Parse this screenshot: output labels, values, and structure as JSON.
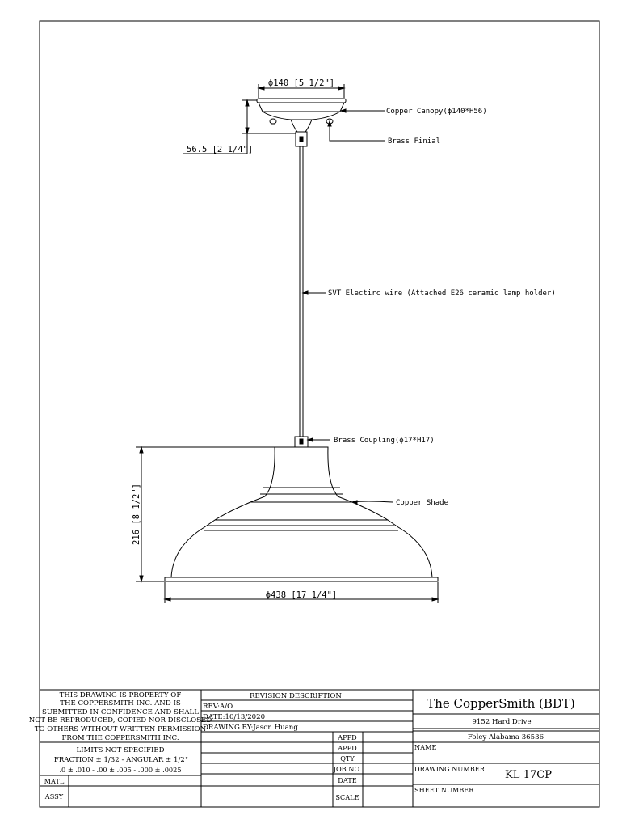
{
  "labels": {
    "canopy_dia": "ϕ140 [5 1/2\"]",
    "canopy": "Copper Canopy(ϕ140*H56)",
    "finial": "Brass Finial",
    "drop": "56.5 [2 1/4\"]",
    "wire": "SVT Electirc wire (Attached E26 ceramic lamp holder)",
    "coupling": "Brass Coupling(ϕ17*H17)",
    "shade": "Copper Shade",
    "height": "216 [8 1/2\"]",
    "shade_dia": "ϕ438 [17 1/4\"]"
  },
  "title_block": {
    "notice": [
      "THIS DRAWING IS PROPERTY OF",
      "THE COPPERSMITH INC. AND IS",
      "SUBMITTED IN CONFIDENCE AND SHALL",
      "NOT BE REPRODUCED, COPIED NOR DISCLOSED",
      "TO OTHERS WITHOUT WRITTEN PERMISSION",
      "FROM THE COPPERSMITH INC."
    ],
    "limits_title": "LIMITS NOT SPECIFIED",
    "fraction": "FRACTION ± 1/32 - ANGULAR ± 1/2°",
    "decimal": ".0 ± .010 - .00 ± .005 - .000 ± .0025",
    "matl": "MATL",
    "assy": "ASSY",
    "revision_header": "REVISION DESCRIPTION",
    "rev": "REV:A/O",
    "date": "DATE:10/13/2020",
    "drawn_by": "DRAWING BY:Jason Huang",
    "appd1": "APPD",
    "appd2": "APPD",
    "qty": "QTY",
    "job_no": "JOB NO.",
    "date_label": "DATE",
    "scale": "SCALE",
    "company": "The CopperSmith (BDT)",
    "address1": "9152 Hard Drive",
    "address2": "Foley Alabama 36536",
    "name": "NAME",
    "drawing_number_label": "DRAWING NUMBER",
    "drawing_number": "KL-17CP",
    "sheet_number": "SHEET NUMBER"
  }
}
